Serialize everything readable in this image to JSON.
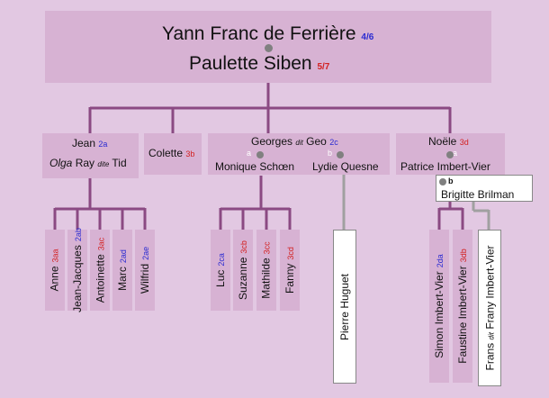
{
  "root": {
    "husband": "Yann Franc de Ferrière",
    "husband_tag": "4/6",
    "wife": "Paulette Siben",
    "wife_tag": "5/7"
  },
  "gen2": {
    "jean": {
      "name": "Jean",
      "tag": "2a",
      "spouse_given": "Olga",
      "spouse_family": "Ray",
      "dite": "dite",
      "spouse_nick": "Tid"
    },
    "colette": {
      "name": "Colette",
      "tag": "3b"
    },
    "georges": {
      "name": "Georges",
      "dit": "dit",
      "nick": "Geo",
      "tag": "2c",
      "spouse_a_letter": "a",
      "spouse_a": "Monique Schœn",
      "spouse_b_letter": "b",
      "spouse_b": "Lydie Quesne"
    },
    "noele": {
      "name": "Noële",
      "tag": "3d",
      "spouse_a_letter": "a",
      "spouse_a": "Patrice Imbert-Vier",
      "spouse_b_letter": "b",
      "spouse_b": "Brigitte Brilman"
    }
  },
  "children_jean": [
    {
      "name": "Anne",
      "tag": "3aa",
      "color": "red"
    },
    {
      "name": "Jean-Jacques",
      "tag": "2ab",
      "color": "blue"
    },
    {
      "name": "Antoinette",
      "tag": "3ac",
      "color": "red"
    },
    {
      "name": "Marc",
      "tag": "2ad",
      "color": "blue"
    },
    {
      "name": "Wilfrid",
      "tag": "2ae",
      "color": "blue"
    }
  ],
  "children_georges": [
    {
      "name": "Luc",
      "tag": "2ca",
      "color": "blue"
    },
    {
      "name": "Suzanne",
      "tag": "3cb",
      "color": "red"
    },
    {
      "name": "Mathilde",
      "tag": "3cc",
      "color": "red"
    },
    {
      "name": "Fanny",
      "tag": "3cd",
      "color": "red"
    }
  ],
  "child_lydie": {
    "name": "Pierre Huguet"
  },
  "children_noele": [
    {
      "name": "Simon Imbert-Vier",
      "tag": "2da",
      "color": "blue"
    },
    {
      "name": "Faustine Imbert-Vier",
      "tag": "3db",
      "color": "red"
    }
  ],
  "child_brigitte": {
    "given": "Frans",
    "dit": "dit",
    "nick": "Frany",
    "family": "Imbert-Vier"
  },
  "colors": {
    "line": "#8b4a83",
    "grey_line": "#a0a0a0",
    "box": "#d7b2d3",
    "bg": "#e2c8e2",
    "blue": "#2b2bd1",
    "red": "#d32222"
  }
}
